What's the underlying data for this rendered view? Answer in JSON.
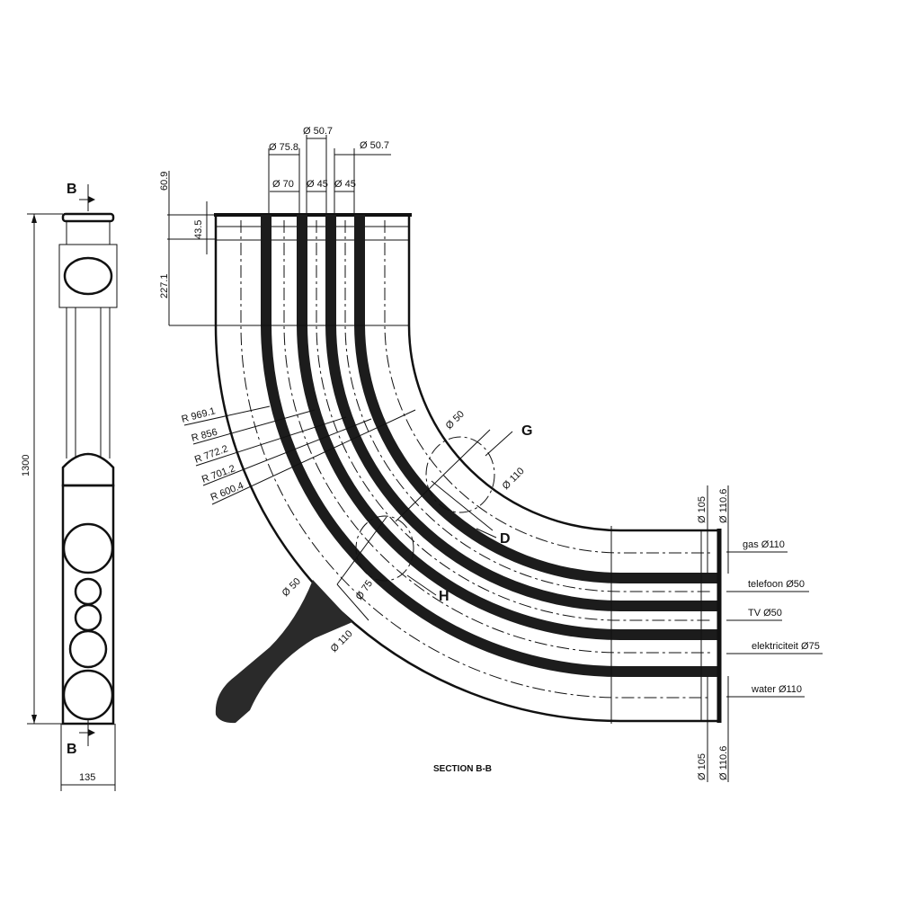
{
  "side_view": {
    "section_mark_top": "B",
    "section_mark_bottom": "B",
    "height_dim": "1300",
    "width_dim": "135"
  },
  "top_dims": {
    "d_75_8": "Ø 75.8",
    "d_50_7_a": "Ø 50.7",
    "d_50_7_b": "Ø 50.7",
    "d_70": "Ø 70",
    "d_45_a": "Ø 45",
    "d_45_b": "Ø 45",
    "h_60_9": "60.9",
    "h_43_5": "43.5",
    "h_227_1": "227.1"
  },
  "radii": [
    "R 969.1",
    "R 856",
    "R 772.2",
    "R 701.2",
    "R 600.4"
  ],
  "section_dims": {
    "d50_upper": "Ø 50",
    "d110_upper": "Ø 110",
    "d50_lower": "Ø 50",
    "d75": "Ø 75",
    "d110_lower": "Ø 110"
  },
  "details": {
    "G": "G",
    "D": "D",
    "H": "H"
  },
  "right_dims": {
    "top_105": "Ø 105",
    "top_110_6": "Ø 110.6",
    "bottom_105": "Ø 105",
    "bottom_110_6": "Ø 110.6"
  },
  "pipes": [
    {
      "label": "gas Ø110"
    },
    {
      "label": "telefoon Ø50"
    },
    {
      "label": "TV Ø50"
    },
    {
      "label": "elektriciteit Ø75"
    },
    {
      "label": "water Ø110"
    }
  ],
  "section_title": "SECTION B-B"
}
